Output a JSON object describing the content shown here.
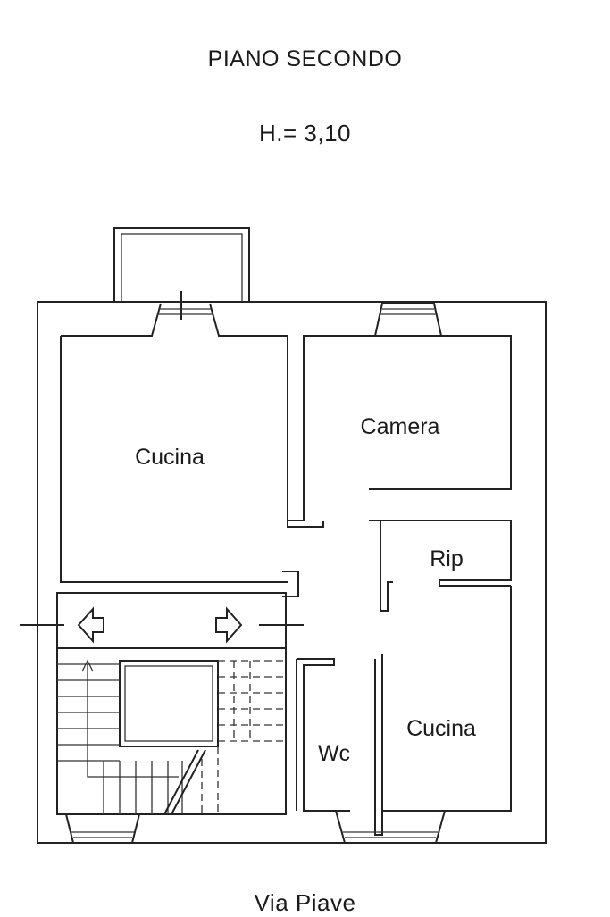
{
  "header": {
    "floor": "PIANO SECONDO",
    "height": "H.= 3,10"
  },
  "rooms": {
    "kitchen_left": "Cucina",
    "bedroom": "Camera",
    "storage": "Rip",
    "wc": "Wc",
    "kitchen_right": "Cucina"
  },
  "footer": {
    "street": "Via Piave"
  }
}
